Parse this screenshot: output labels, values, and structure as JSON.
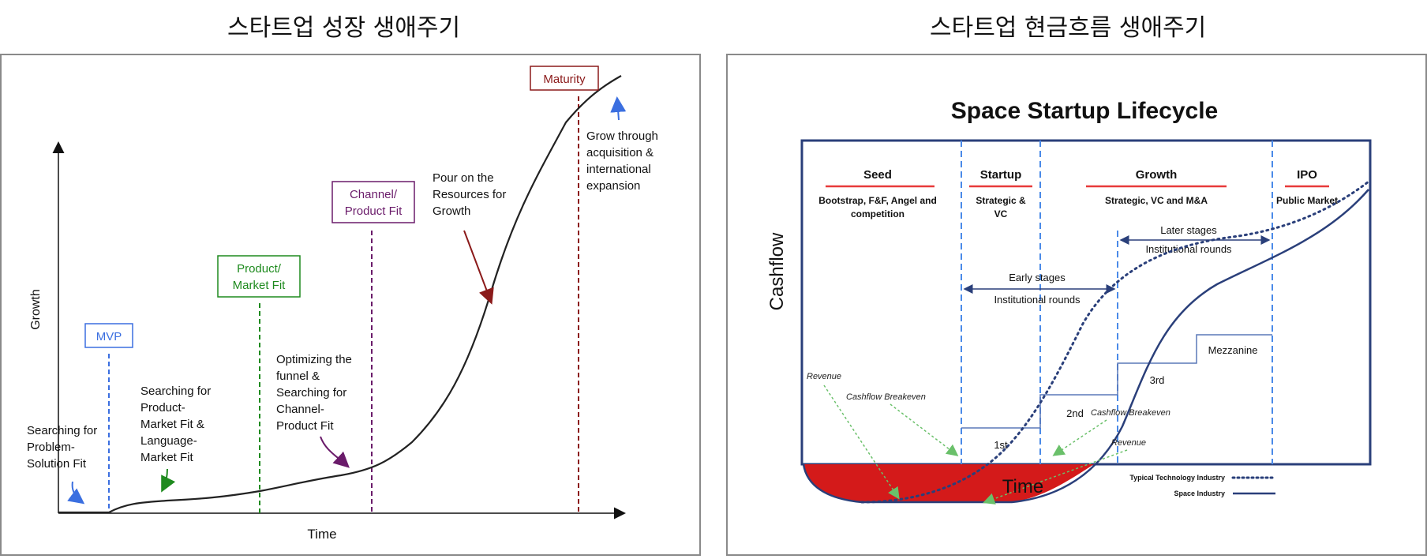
{
  "headings": {
    "left": "스타트업 성장 생애주기",
    "right": "스타트업 현금흐름 생애주기"
  },
  "left_chart": {
    "axis_x": "Time",
    "axis_y": "Growth",
    "stages": {
      "mvp": "MVP",
      "product_market_1": "Product/",
      "product_market_2": "Market Fit",
      "channel_product_1": "Channel/",
      "channel_product_2": "Product Fit",
      "maturity": "Maturity"
    },
    "notes": {
      "problem": [
        "Searching for",
        "Problem-",
        "Solution Fit"
      ],
      "product": [
        "Searching for",
        "Product-",
        "Market Fit &",
        "Language-",
        "Market Fit"
      ],
      "funnel": [
        "Optimizing the",
        "funnel &",
        "Searching for",
        "Channel-",
        "Product Fit"
      ],
      "resources": [
        "Pour on the",
        "Resources for",
        "Growth"
      ],
      "acquisition": [
        "Grow through",
        "acquisition &",
        "international",
        "expansion"
      ]
    },
    "colors": {
      "mvp": "#3b6fe0",
      "product": "#1e8a1e",
      "channel": "#6a1b6a",
      "maturity": "#8b1a1a"
    }
  },
  "right_chart": {
    "title": "Space Startup Lifecycle",
    "axis_x": "Time",
    "axis_y": "Cashflow",
    "phases": [
      {
        "name": "Seed",
        "desc": [
          "Bootstrap, F&F, Angel and",
          "competition"
        ]
      },
      {
        "name": "Startup",
        "desc": [
          "Strategic &",
          "VC"
        ]
      },
      {
        "name": "Growth",
        "desc": [
          "Strategic, VC and M&A"
        ]
      },
      {
        "name": "IPO",
        "desc": [
          "Public Market"
        ]
      }
    ],
    "early_stages": [
      "Early stages",
      "Institutional rounds"
    ],
    "later_stages": [
      "Later stages",
      "Institutional rounds"
    ],
    "rounds": [
      "1st",
      "2nd",
      "3rd",
      "Mezzanine"
    ],
    "annotations": {
      "revenue_1": "Revenue",
      "breakeven_1": "Cashflow Breakeven",
      "breakeven_2": "Cashflow Breakeven",
      "revenue_2": "Revenue"
    },
    "legend": {
      "typical": "Typical Technology Industry",
      "space": "Space Industry"
    },
    "colors": {
      "frame": "#2a3f7a",
      "phase_line": "#e83a3a",
      "divider": "#4a8ae8",
      "loss_fill": "#d41a1a",
      "arrow": "#6ac06a"
    }
  }
}
